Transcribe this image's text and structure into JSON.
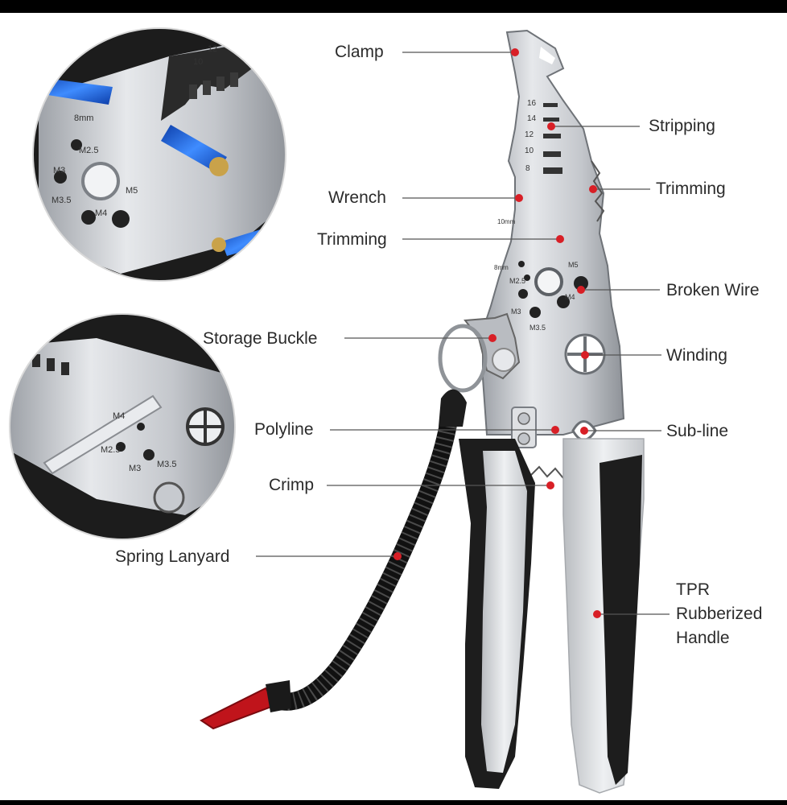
{
  "colors": {
    "background": "#ffffff",
    "frame": "#000000",
    "marker": "#d81f26",
    "steel": "#c9ccd1",
    "handle_black": "#1a1a1a",
    "handle_grey": "#d7d9dc",
    "wire_blue": "#1a5fd6"
  },
  "callouts": {
    "clamp": "Clamp",
    "stripping": "Stripping",
    "trimming_right": "Trimming",
    "wrench": "Wrench",
    "trimming_left": "Trimming",
    "broken_wire": "Broken Wire",
    "storage_buckle": "Storage Buckle",
    "winding": "Winding",
    "polyline": "Polyline",
    "sub_line": "Sub-line",
    "crimp": "Crimp",
    "spring_lanyard": "Spring Lanyard",
    "handle_line1": "TPR",
    "handle_line2": "Rubberized",
    "handle_line3": "Handle"
  },
  "tool_markings": {
    "gauge": [
      "16",
      "14",
      "12",
      "10",
      "8"
    ],
    "size_10mm": "10mm",
    "size_8mm": "8mm",
    "holes": [
      "M2.5",
      "M3",
      "M3.5",
      "M4",
      "M5"
    ]
  },
  "inset_top_markings": [
    "10",
    "12",
    "8mm",
    "M2.5",
    "M3",
    "M3.5",
    "M4",
    "M5"
  ],
  "inset_bottom_markings": [
    "M2.5",
    "M3",
    "M3.5",
    "M4"
  ]
}
